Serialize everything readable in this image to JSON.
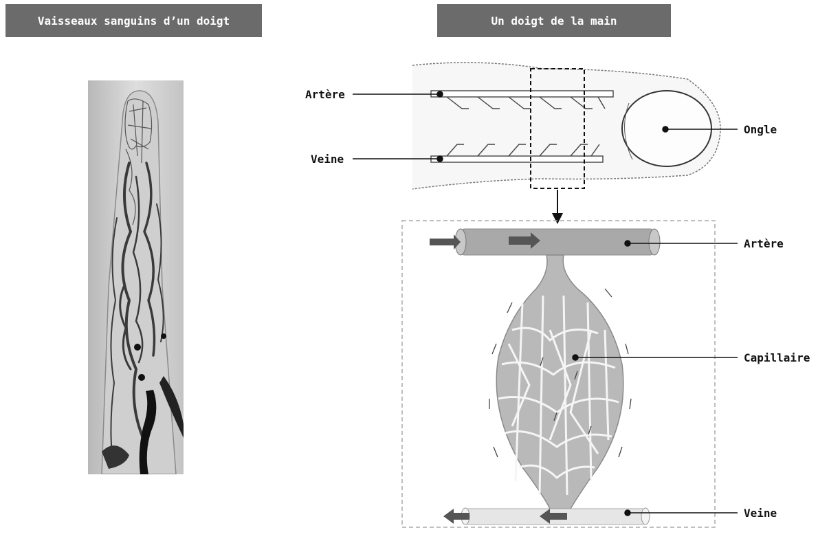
{
  "headers": {
    "left": "Vaisseaux sanguins d’un doigt",
    "right": "Un doigt de la main"
  },
  "finger_labels": {
    "artery": "Artère",
    "vein": "Veine",
    "nail": "Ongle"
  },
  "capillary_labels": {
    "artery": "Artère",
    "capillary": "Capillaire",
    "vein": "Veine"
  },
  "colors": {
    "header_bg": "#6b6b6b",
    "vessel_fill": "#a9a9a9",
    "arrow": "#555555"
  }
}
